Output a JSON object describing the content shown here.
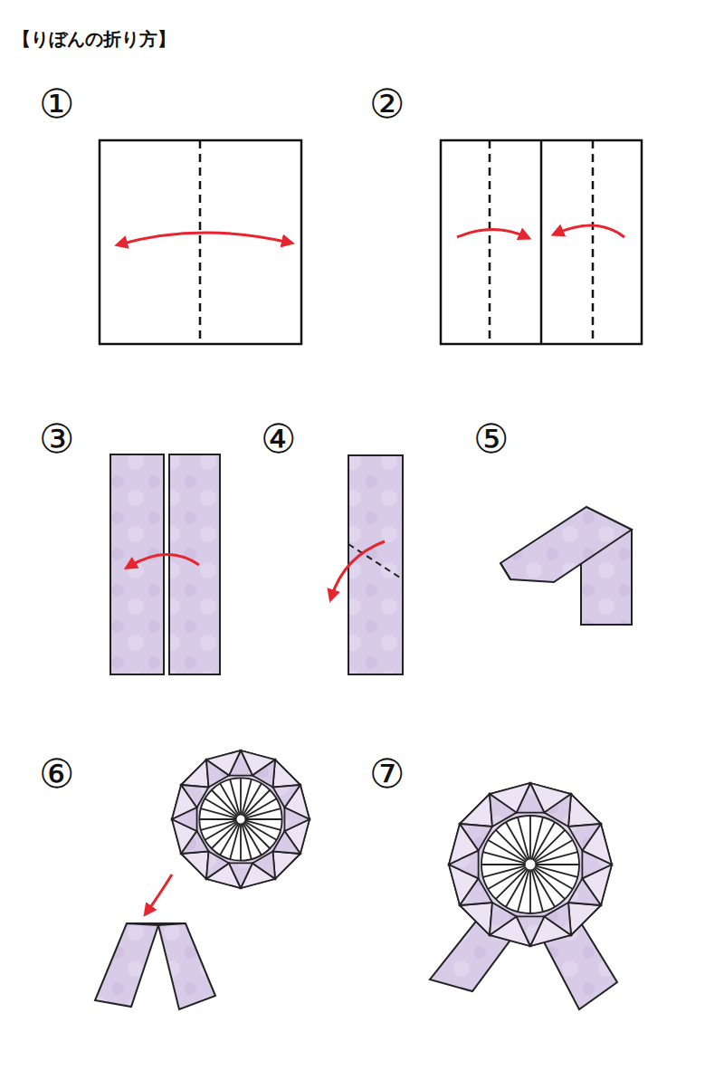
{
  "diagram": {
    "title": "【りぼんの折り方】",
    "labels": [
      "①",
      "②",
      "③",
      "④",
      "⑤",
      "⑥",
      "⑦"
    ]
  }
}
